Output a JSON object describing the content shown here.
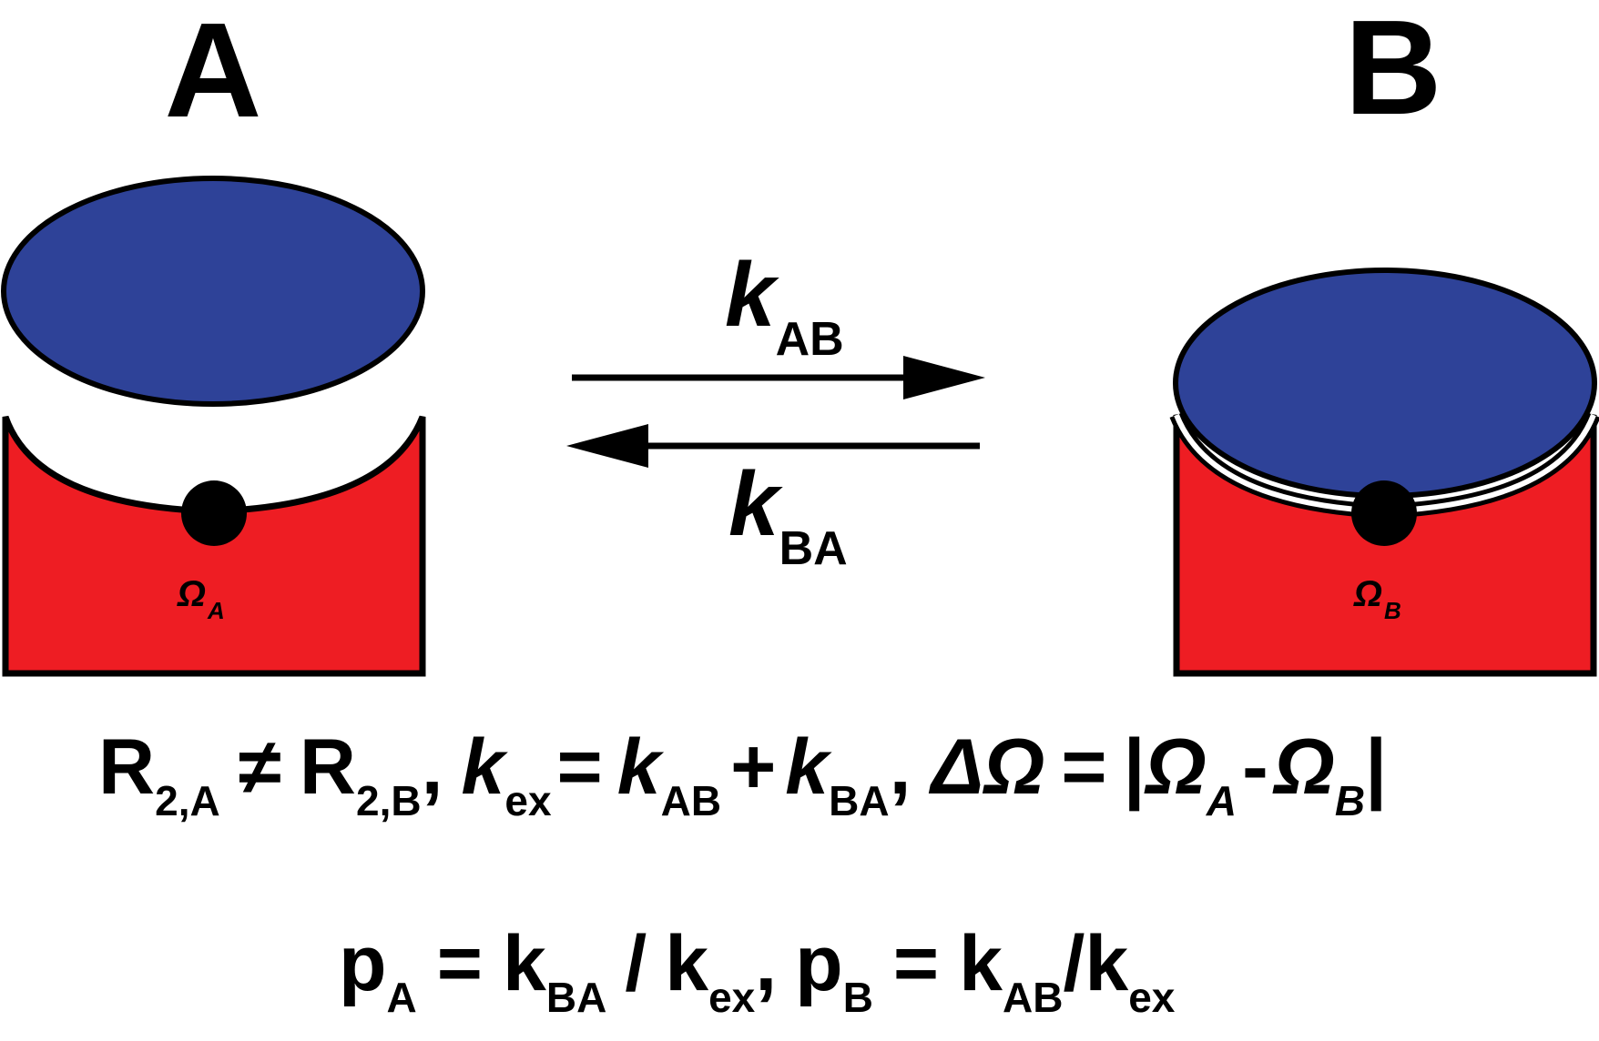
{
  "colors": {
    "lid": "#2e4298",
    "body": "#ee1d23",
    "outline": "#000000",
    "background": "#ffffff"
  },
  "state_a": {
    "label": "A",
    "site_symbol": "Ω",
    "site_sub": "A"
  },
  "state_b": {
    "label": "B",
    "site_symbol": "Ω",
    "site_sub": "B"
  },
  "rates": {
    "forward": {
      "k": "k",
      "sub": "AB"
    },
    "reverse": {
      "k": "k",
      "sub": "BA"
    }
  },
  "equation1": {
    "r2a_R": "R",
    "r2a_sub": "2,A",
    "neq": "≠",
    "r2b_R": "R",
    "r2b_sub": "2,B",
    "comma1": ",",
    "kex_k": "k",
    "kex_sub": "ex",
    "eq1": "=",
    "kab_k": "k",
    "kab_sub": "AB",
    "plus": "+",
    "kba_k": "k",
    "kba_sub": "BA",
    "comma2": ",",
    "delta": "ΔΩ",
    "eq2": "=",
    "bar_open": "|",
    "oa": "Ω",
    "oa_sub": "A",
    "minus": "-",
    "ob": "Ω",
    "ob_sub": "B",
    "bar_close": "|"
  },
  "equation2": {
    "pa": "p",
    "pa_sub": "A",
    "eq1": "=",
    "kba": "k",
    "kba_sub": "BA",
    "slash1": "/",
    "kex1": "k",
    "kex1_sub": "ex",
    "comma": ",",
    "pb": "p",
    "pb_sub": "B",
    "eq2": "=",
    "kab": "k",
    "kab_sub": "AB",
    "slash2": "/",
    "kex2": "k",
    "kex2_sub": "ex"
  }
}
